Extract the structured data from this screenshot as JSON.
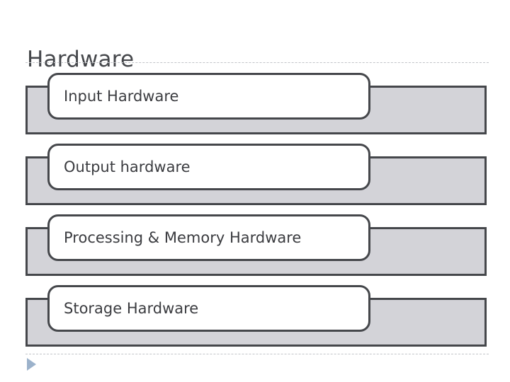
{
  "slide": {
    "title": "Hardware",
    "background_color": "#ffffff"
  },
  "theme": {
    "title_color": "#45474b",
    "text_color": "#3b3c40",
    "outline_color": "#45474b",
    "bar_fill_color": "#d3d3d8",
    "box_fill_color": "#ffffff",
    "rule_color": "#c2c4c8",
    "marker_color": "#9cb2cb"
  },
  "diagram": {
    "type": "vertical-bullet-list",
    "rows": [
      {
        "label": "Input Hardware"
      },
      {
        "label": "Output hardware"
      },
      {
        "label": "Processing & Memory Hardware"
      },
      {
        "label": "Storage Hardware"
      }
    ]
  },
  "footer": {
    "next_marker_icon": "play-triangle-icon"
  }
}
